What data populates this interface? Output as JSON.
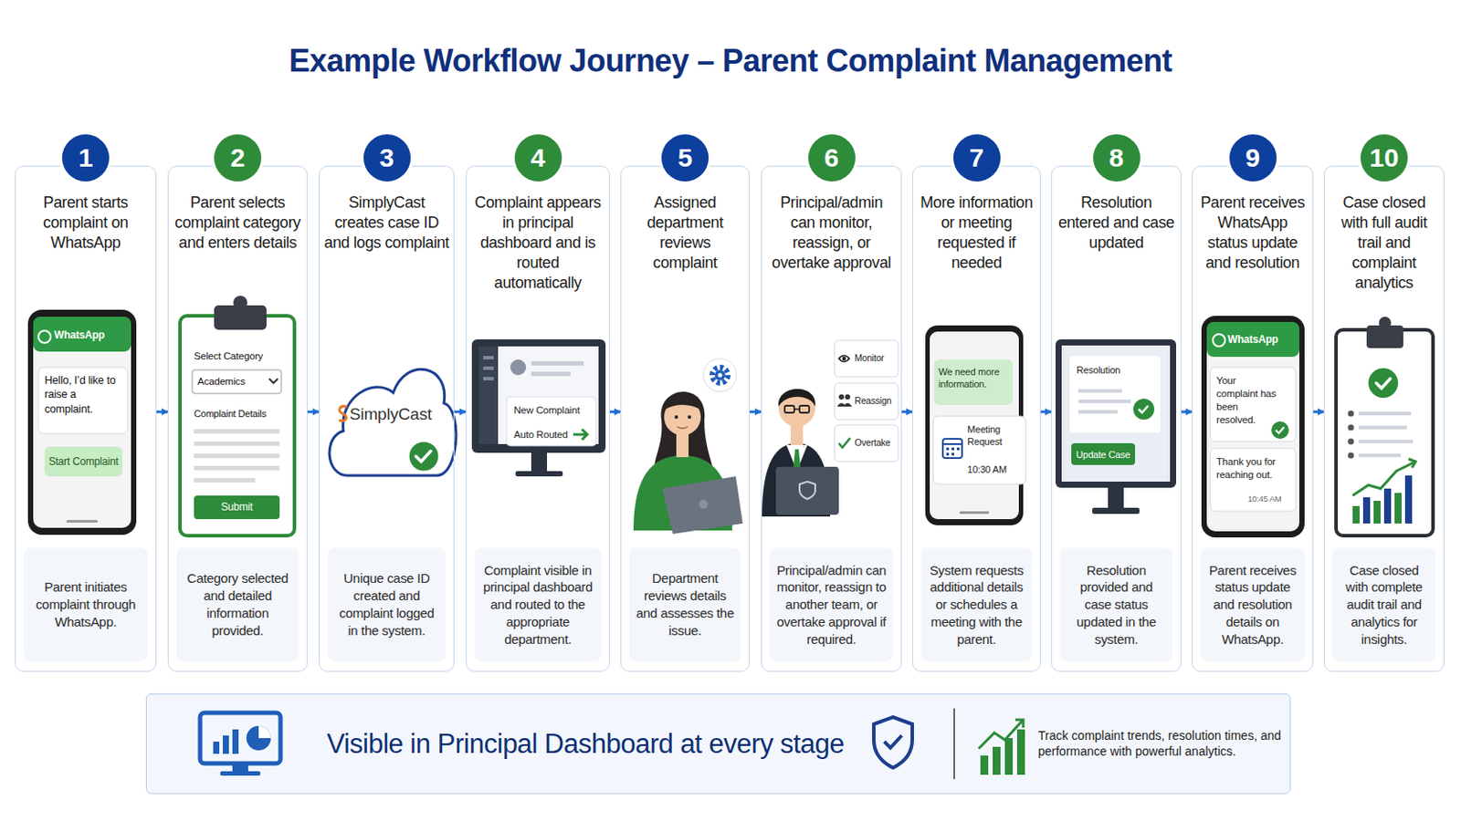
{
  "diagram": {
    "title": "Example Workflow Journey – Parent Complaint Management",
    "nodes": [
      {
        "text": [
          "Parent starts complaint on WhatsApp"
        ]
      },
      {
        "text": [
          "1"
        ],
        "in": 0
      },
      {
        "text": [
          "Parent initiates complaint through WhatsApp."
        ],
        "in": 0
      },
      {
        "text": [
          "Parent selects complaint category and enters details"
        ]
      },
      {
        "text": [
          "2"
        ],
        "in": 3
      },
      {
        "text": [
          "Category selected and detailed information provided."
        ],
        "in": 3
      },
      {
        "text": [
          "SimplyCast creates case ID and logs complaint"
        ]
      },
      {
        "text": [
          "3"
        ],
        "in": 6
      },
      {
        "text": [
          "Unique case ID created and complaint logged in the system."
        ],
        "in": 6
      },
      {
        "text": [
          "Complaint appears in principal dashboard and is routed automatically"
        ]
      },
      {
        "text": [
          "4"
        ],
        "in": 9
      },
      {
        "text": [
          "Complaint visible in principal dashboard and routed to the appropriate department."
        ],
        "in": 9
      },
      {
        "text": [
          "Assigned department reviews complaint"
        ]
      },
      {
        "text": [
          "5"
        ],
        "in": 12
      },
      {
        "text": [
          "Department reviews details and assesses the issue."
        ],
        "in": 12
      },
      {
        "text": [
          "Principal/admin can monitor, reassign, or overtake approval"
        ]
      },
      {
        "text": [
          "6"
        ],
        "in": 15
      },
      {
        "text": [
          "Principal/admin can monitor, reassign to another team, or overtake approval if required."
        ],
        "in": 15
      },
      {
        "text": [
          "More information or meeting requested if needed"
        ]
      },
      {
        "text": [
          "7"
        ],
        "in": 18
      },
      {
        "text": [
          "System requests additional details or schedules a meeting with the parent."
        ],
        "in": 18
      },
      {
        "text": [
          "Resolution entered and case updated"
        ]
      },
      {
        "text": [
          "8"
        ],
        "in": 21
      },
      {
        "text": [
          "Resolution provided and case status updated in the system."
        ],
        "in": 21
      },
      {
        "text": [
          "Parent receives WhatsApp status update and resolution"
        ]
      },
      {
        "text": [
          "9"
        ],
        "in": 24
      },
      {
        "text": [
          "Parent receives status update and resolution details on WhatsApp."
        ],
        "in": 24
      },
      {
        "text": [
          "Case closed with full audit trail and complaint analytics"
        ]
      },
      {
        "text": [
          "10"
        ],
        "in": 27
      },
      {
        "text": [
          "Case closed with complete audit trail and analytics for insights."
        ],
        "in": 27
      },
      {
        "text": [
          "Visible in Principal Dashboard at every stage",
          "Track complaint trends, resolution times, and performance with powerful analytics."
        ]
      }
    ],
    "edges": [
      {
        "from": 0,
        "to": 3,
        "arrow": "to"
      },
      {
        "from": 3,
        "to": 6,
        "arrow": "to"
      },
      {
        "from": 6,
        "to": 9,
        "arrow": "to"
      },
      {
        "from": 9,
        "to": 12,
        "arrow": "to"
      },
      {
        "from": 12,
        "to": 15,
        "arrow": "to"
      },
      {
        "from": 15,
        "to": 18,
        "arrow": "to"
      },
      {
        "from": 18,
        "to": 21,
        "arrow": "to"
      },
      {
        "from": 21,
        "to": 24,
        "arrow": "to"
      },
      {
        "from": 24,
        "to": 27,
        "arrow": "to"
      }
    ],
    "labels": [
      "WhatsApp",
      "Hello, I’d like to raise a complaint.",
      "Start Complaint",
      "Select Category",
      "Academics",
      "Complaint Details",
      "Submit",
      "SimplyCast",
      "New Complaint",
      "Auto Routed",
      "Monitor",
      "Reassign",
      "Overtake",
      "We need more information.",
      "Meeting Request",
      "10:30 AM",
      "Resolution",
      "Update Case",
      "WhatsApp",
      "Your complaint has been resolved.",
      "Thank you for reaching out.",
      "10:45 AM"
    ]
  }
}
